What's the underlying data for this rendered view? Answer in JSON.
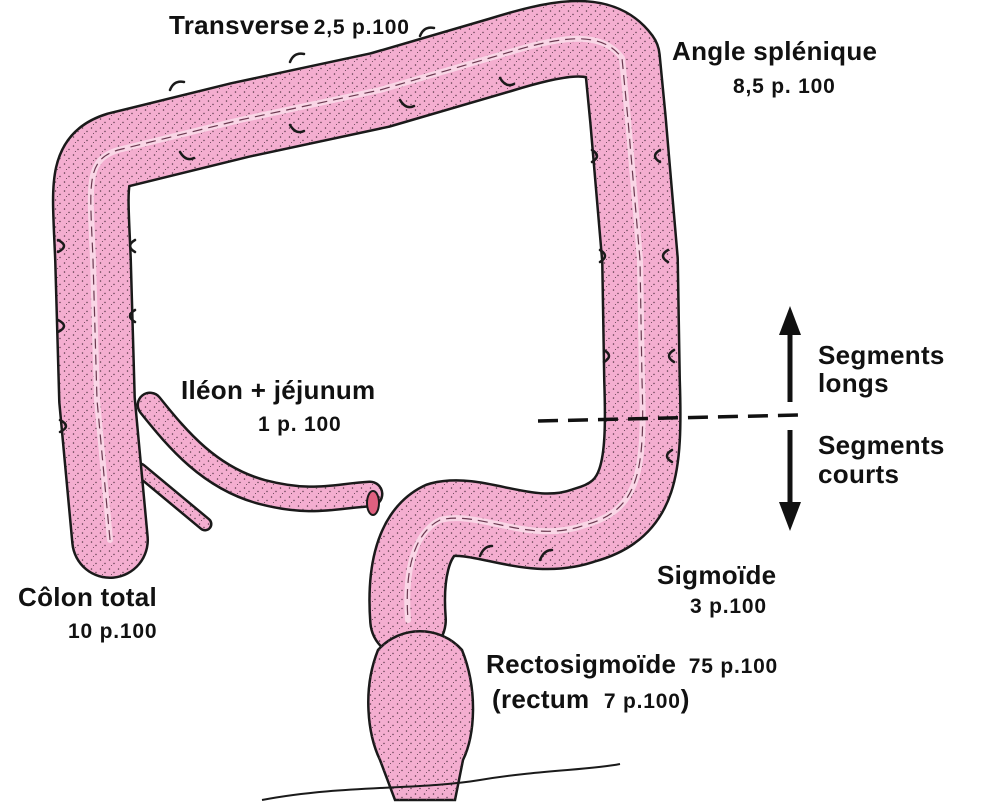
{
  "labels": {
    "transverse": {
      "name": "Transverse",
      "value": "2,5 p.100"
    },
    "angle_splenique": {
      "name": "Angle splénique",
      "value": "8,5 p. 100"
    },
    "ileon": {
      "name": "Iléon + jéjunum",
      "value": "1 p. 100"
    },
    "segments_longs": {
      "line1": "Segments",
      "line2": "longs"
    },
    "segments_courts": {
      "line1": "Segments",
      "line2": "courts"
    },
    "sigmoide": {
      "name": "Sigmoïde",
      "value": "3 p.100"
    },
    "colon_total": {
      "name": "Côlon total",
      "value": "10 p.100"
    },
    "rectosigmoide": {
      "name": "Rectosigmoïde",
      "value": "75 p.100",
      "line2_name": "(rectum",
      "line2_value": "7 p.100",
      "line2_close": ")"
    }
  },
  "colors": {
    "colon_fill": "#f4aed0",
    "outline": "#1a1a1a",
    "stipple": "#5a3a4a",
    "cut_end": "#e0607f"
  }
}
